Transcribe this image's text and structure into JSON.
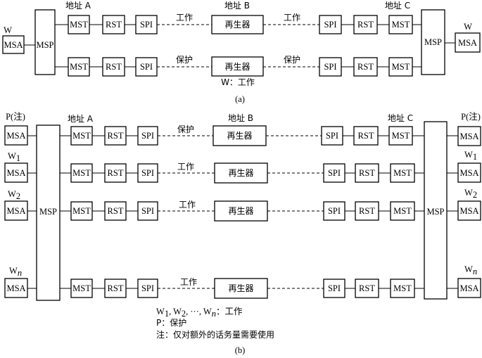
{
  "diagram_a": {
    "blocks": {
      "msa": "MSA",
      "msp": "MSP",
      "mst": "MST",
      "rst": "RST",
      "spi": "SPI",
      "regen": "再生器"
    },
    "labels": {
      "w_left": "W",
      "w_right": "W",
      "site_a": "地址 A",
      "site_b": "地址 B",
      "site_c": "地址 C",
      "work": "工作",
      "protect": "保护",
      "regen_note": "W：工作"
    },
    "caption": "(a)"
  },
  "diagram_b": {
    "blocks": {
      "msa": "MSA",
      "msp": "MSP",
      "mst": "MST",
      "rst": "RST",
      "spi": "SPI",
      "regen": "再生器"
    },
    "labels": {
      "site_a": "地址 A",
      "site_b": "地址 B",
      "site_c": "地址 C",
      "p_note": "P(注)",
      "w1_base": "W",
      "w1_sub": "1",
      "w2_base": "W",
      "w2_sub": "2",
      "wn_base": "W",
      "wn_sub": "n",
      "work": "工作",
      "protect": "保护"
    },
    "legend": {
      "line1_w": "W",
      "line1_s1": "1",
      "line1_sep1": ", W",
      "line1_s2": "2",
      "line1_sep2": ", ···, W",
      "line1_sn": "n",
      "line1_tail": "：工作",
      "line2": "P：保护",
      "line3": "注：仅对额外的话务量需要使用"
    },
    "caption": "(b)"
  }
}
